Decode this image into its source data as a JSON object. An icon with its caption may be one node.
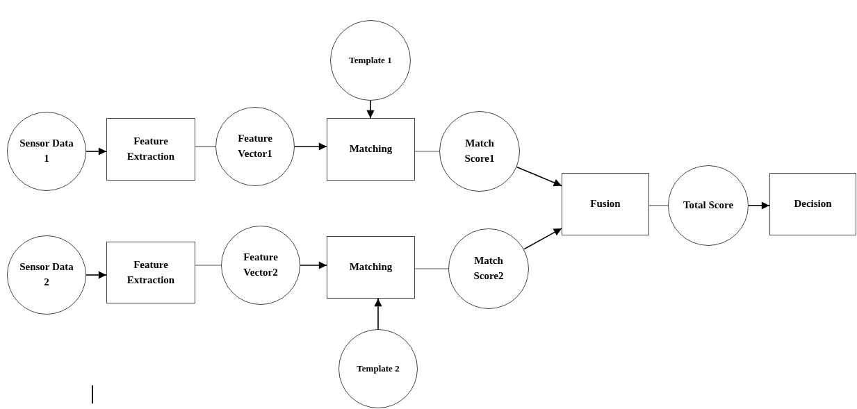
{
  "diagram": {
    "nodes": [
      {
        "text": [
          "Template 1"
        ]
      },
      {
        "text": [
          "Sensor Data 1"
        ]
      },
      {
        "text": [
          "Feature Extraction"
        ]
      },
      {
        "text": [
          "Feature Vector1"
        ]
      },
      {
        "text": [
          "Matching"
        ]
      },
      {
        "text": [
          "Match Score1"
        ]
      },
      {
        "text": [
          "Fusion"
        ]
      },
      {
        "text": [
          "Total Score"
        ]
      },
      {
        "text": [
          "Decision"
        ]
      },
      {
        "text": [
          "Sensor Data 2"
        ]
      },
      {
        "text": [
          "Feature Extraction"
        ]
      },
      {
        "text": [
          "Feature Vector2"
        ]
      },
      {
        "text": [
          "Matching"
        ]
      },
      {
        "text": [
          "Match Score2"
        ]
      },
      {
        "text": [
          "Template 2"
        ]
      }
    ],
    "edges": [
      {
        "from": 1,
        "to": 2,
        "arrow": "to"
      },
      {
        "from": 2,
        "to": 3,
        "arrow": "none"
      },
      {
        "from": 3,
        "to": 4,
        "arrow": "to"
      },
      {
        "from": 0,
        "to": 4,
        "arrow": "to"
      },
      {
        "from": 4,
        "to": 5,
        "arrow": "none"
      },
      {
        "from": 5,
        "to": 6,
        "arrow": "to"
      },
      {
        "from": 13,
        "to": 6,
        "arrow": "to"
      },
      {
        "from": 6,
        "to": 7,
        "arrow": "none"
      },
      {
        "from": 7,
        "to": 8,
        "arrow": "to"
      },
      {
        "from": 9,
        "to": 10,
        "arrow": "to"
      },
      {
        "from": 10,
        "to": 11,
        "arrow": "none"
      },
      {
        "from": 11,
        "to": 12,
        "arrow": "to"
      },
      {
        "from": 14,
        "to": 12,
        "arrow": "to"
      },
      {
        "from": 12,
        "to": 13,
        "arrow": "none"
      }
    ]
  }
}
